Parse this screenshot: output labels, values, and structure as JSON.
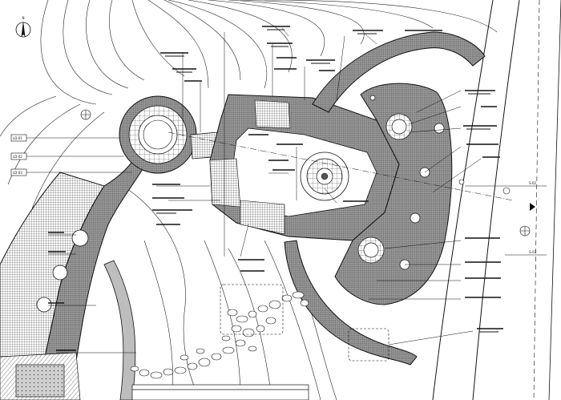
{
  "drawing": {
    "north_arrow_label": "N"
  },
  "left_tags": [
    "LD-01",
    "LD-02",
    "LD-03"
  ],
  "right_tags": [
    "S-02",
    "S-03"
  ]
}
